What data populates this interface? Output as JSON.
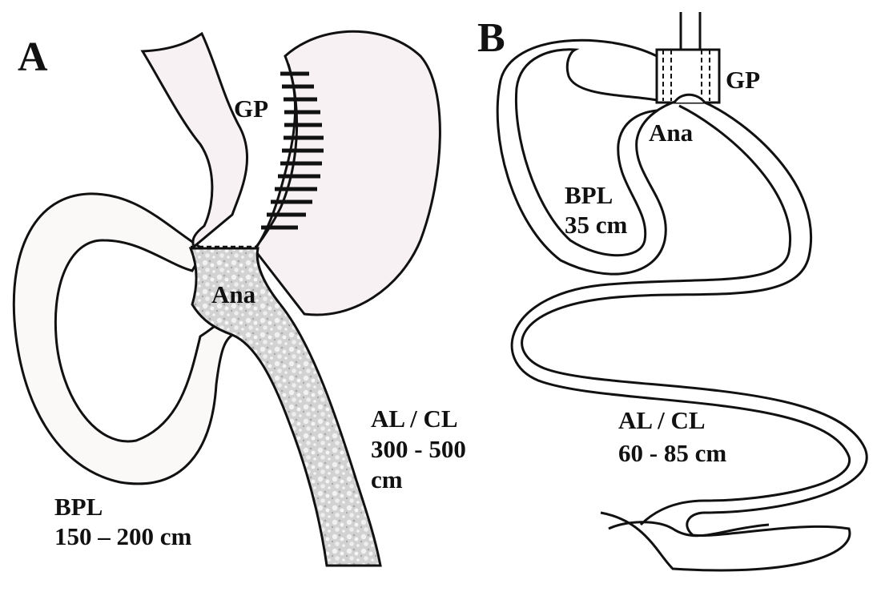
{
  "figure": {
    "panel_a": {
      "letter": "A",
      "labels": {
        "gp": "GP",
        "ana": "Ana",
        "al_cl_line1": "AL / CL",
        "al_cl_line2": "300 - 500",
        "al_cl_line3": "cm",
        "bpl_line1": "BPL",
        "bpl_line2": "150 – 200 cm"
      }
    },
    "panel_b": {
      "letter": "B",
      "labels": {
        "gp": "GP",
        "ana": "Ana",
        "bpl_line1": "BPL",
        "bpl_line2": "35 cm",
        "al_cl_line1": "AL / CL",
        "al_cl_line2": "60 - 85 cm"
      }
    }
  },
  "colors": {
    "outline": "#111111",
    "stomach_fill": "#f7f1f3",
    "speckled_limb": "#cfcfcf",
    "background": "#ffffff"
  }
}
